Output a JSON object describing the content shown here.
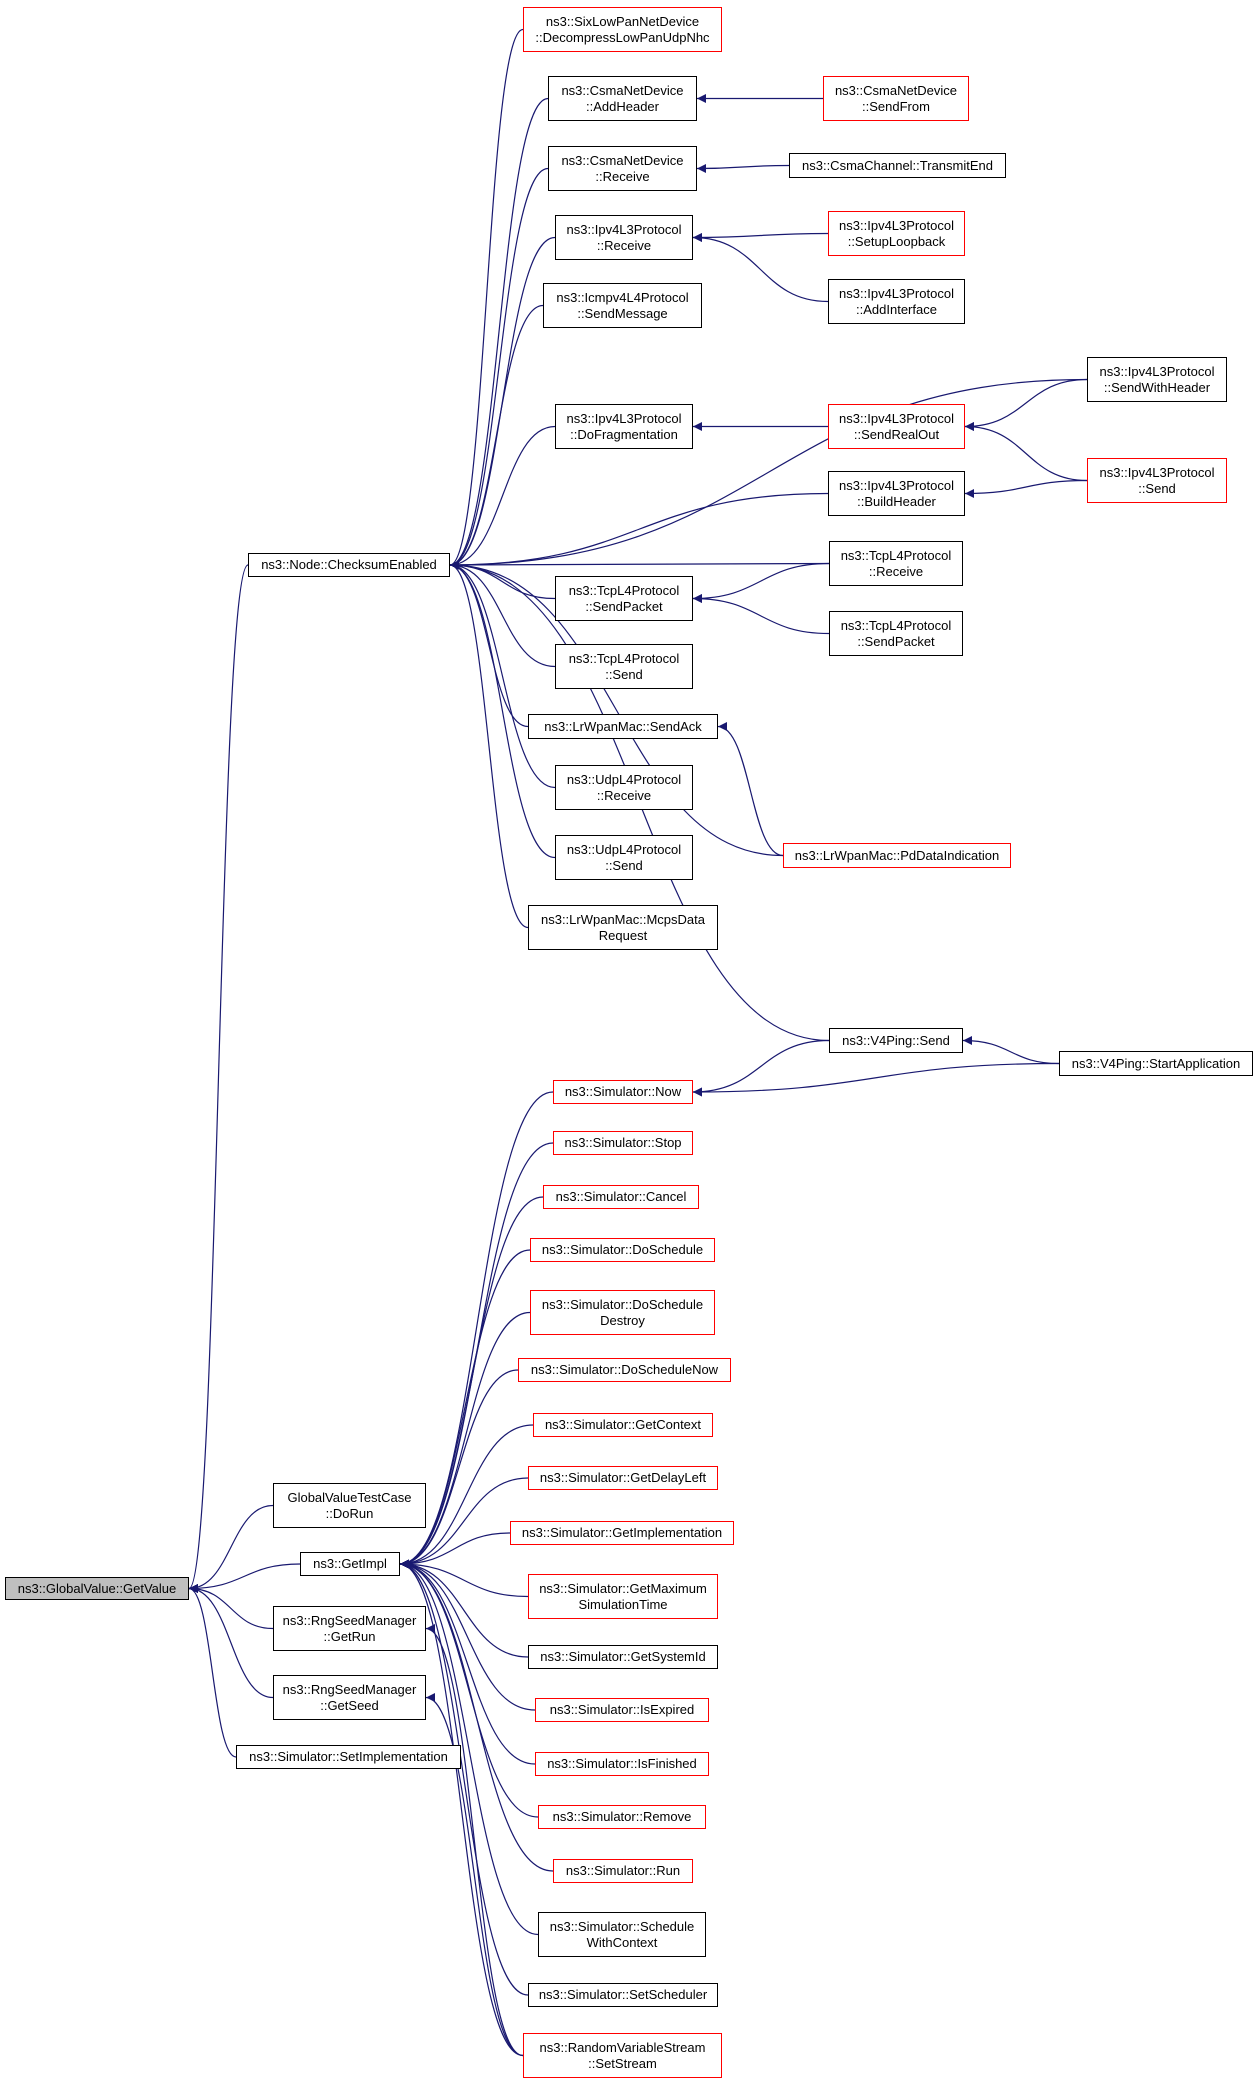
{
  "colors": {
    "edge": "#191970",
    "border": "#000000",
    "truncated_border": "#ff0000",
    "root_fill": "#bfbfbf"
  },
  "nodes": [
    {
      "id": "gv_getvalue",
      "lines": [
        "ns3::GlobalValue::GetValue"
      ],
      "red": false,
      "root": true
    },
    {
      "id": "checksum",
      "lines": [
        "ns3::Node::ChecksumEnabled"
      ],
      "red": false
    },
    {
      "id": "sixlowpan",
      "lines": [
        "ns3::SixLowPanNetDevice",
        "::DecompressLowPanUdpNhc"
      ],
      "red": true
    },
    {
      "id": "csma_addheader",
      "lines": [
        "ns3::CsmaNetDevice",
        "::AddHeader"
      ],
      "red": false
    },
    {
      "id": "csma_sendfrom",
      "lines": [
        "ns3::CsmaNetDevice",
        "::SendFrom"
      ],
      "red": true
    },
    {
      "id": "csma_receive",
      "lines": [
        "ns3::CsmaNetDevice",
        "::Receive"
      ],
      "red": false
    },
    {
      "id": "csmachannel_tx",
      "lines": [
        "ns3::CsmaChannel::TransmitEnd"
      ],
      "red": false
    },
    {
      "id": "ipv4_receive",
      "lines": [
        "ns3::Ipv4L3Protocol",
        "::Receive"
      ],
      "red": false
    },
    {
      "id": "ipv4_setuploop",
      "lines": [
        "ns3::Ipv4L3Protocol",
        "::SetupLoopback"
      ],
      "red": true
    },
    {
      "id": "ipv4_addif",
      "lines": [
        "ns3::Ipv4L3Protocol",
        "::AddInterface"
      ],
      "red": false
    },
    {
      "id": "icmp_sendmsg",
      "lines": [
        "ns3::Icmpv4L4Protocol",
        "::SendMessage"
      ],
      "red": false
    },
    {
      "id": "ipv4_sendwithheader",
      "lines": [
        "ns3::Ipv4L3Protocol",
        "::SendWithHeader"
      ],
      "red": false
    },
    {
      "id": "ipv4_dofrag",
      "lines": [
        "ns3::Ipv4L3Protocol",
        "::DoFragmentation"
      ],
      "red": false
    },
    {
      "id": "ipv4_sendrealout",
      "lines": [
        "ns3::Ipv4L3Protocol",
        "::SendRealOut"
      ],
      "red": true
    },
    {
      "id": "ipv4_send",
      "lines": [
        "ns3::Ipv4L3Protocol",
        "::Send"
      ],
      "red": true
    },
    {
      "id": "ipv4_buildheader",
      "lines": [
        "ns3::Ipv4L3Protocol",
        "::BuildHeader"
      ],
      "red": false
    },
    {
      "id": "tcp_receive",
      "lines": [
        "ns3::TcpL4Protocol",
        "::Receive"
      ],
      "red": false
    },
    {
      "id": "tcp_sendpacket1",
      "lines": [
        "ns3::TcpL4Protocol",
        "::SendPacket"
      ],
      "red": false
    },
    {
      "id": "tcp_sendpacket2",
      "lines": [
        "ns3::TcpL4Protocol",
        "::SendPacket"
      ],
      "red": false
    },
    {
      "id": "tcp_send",
      "lines": [
        "ns3::TcpL4Protocol",
        "::Send"
      ],
      "red": false
    },
    {
      "id": "lrwpan_sendack",
      "lines": [
        "ns3::LrWpanMac::SendAck"
      ],
      "red": false
    },
    {
      "id": "lrwpan_pddata",
      "lines": [
        "ns3::LrWpanMac::PdDataIndication"
      ],
      "red": true
    },
    {
      "id": "udp_receive",
      "lines": [
        "ns3::UdpL4Protocol",
        "::Receive"
      ],
      "red": false
    },
    {
      "id": "udp_send",
      "lines": [
        "ns3::UdpL4Protocol",
        "::Send"
      ],
      "red": false
    },
    {
      "id": "lrwpan_mcps",
      "lines": [
        "ns3::LrWpanMac::McpsData",
        "Request"
      ],
      "red": false
    },
    {
      "id": "v4ping_send",
      "lines": [
        "ns3::V4Ping::Send"
      ],
      "red": false
    },
    {
      "id": "v4ping_start",
      "lines": [
        "ns3::V4Ping::StartApplication"
      ],
      "red": false
    },
    {
      "id": "sim_now",
      "lines": [
        "ns3::Simulator::Now"
      ],
      "red": true
    },
    {
      "id": "sim_stop",
      "lines": [
        "ns3::Simulator::Stop"
      ],
      "red": true
    },
    {
      "id": "sim_cancel",
      "lines": [
        "ns3::Simulator::Cancel"
      ],
      "red": true
    },
    {
      "id": "sim_dosched",
      "lines": [
        "ns3::Simulator::DoSchedule"
      ],
      "red": true
    },
    {
      "id": "sim_doschedd",
      "lines": [
        "ns3::Simulator::DoSchedule",
        "Destroy"
      ],
      "red": true
    },
    {
      "id": "sim_doschednow",
      "lines": [
        "ns3::Simulator::DoScheduleNow"
      ],
      "red": true
    },
    {
      "id": "sim_getctx",
      "lines": [
        "ns3::Simulator::GetContext"
      ],
      "red": true
    },
    {
      "id": "sim_getdelay",
      "lines": [
        "ns3::Simulator::GetDelayLeft"
      ],
      "red": true
    },
    {
      "id": "sim_getimpl",
      "lines": [
        "ns3::Simulator::GetImplementation"
      ],
      "red": true
    },
    {
      "id": "sim_getmax",
      "lines": [
        "ns3::Simulator::GetMaximum",
        "SimulationTime"
      ],
      "red": true
    },
    {
      "id": "sim_getsysid",
      "lines": [
        "ns3::Simulator::GetSystemId"
      ],
      "red": false
    },
    {
      "id": "sim_isexpired",
      "lines": [
        "ns3::Simulator::IsExpired"
      ],
      "red": true
    },
    {
      "id": "sim_isfinished",
      "lines": [
        "ns3::Simulator::IsFinished"
      ],
      "red": true
    },
    {
      "id": "sim_remove",
      "lines": [
        "ns3::Simulator::Remove"
      ],
      "red": true
    },
    {
      "id": "sim_run",
      "lines": [
        "ns3::Simulator::Run"
      ],
      "red": true
    },
    {
      "id": "sim_schedctx",
      "lines": [
        "ns3::Simulator::Schedule",
        "WithContext"
      ],
      "red": false
    },
    {
      "id": "sim_setsched",
      "lines": [
        "ns3::Simulator::SetScheduler"
      ],
      "red": false
    },
    {
      "id": "rvs_setstream",
      "lines": [
        "ns3::RandomVariableStream",
        "::SetStream"
      ],
      "red": true
    },
    {
      "id": "gvtc_dorun",
      "lines": [
        "GlobalValueTestCase",
        "::DoRun"
      ],
      "red": false
    },
    {
      "id": "getimpl",
      "lines": [
        "ns3::GetImpl"
      ],
      "red": false
    },
    {
      "id": "rng_getrun",
      "lines": [
        "ns3::RngSeedManager",
        "::GetRun"
      ],
      "red": false
    },
    {
      "id": "rng_getseed",
      "lines": [
        "ns3::RngSeedManager",
        "::GetSeed"
      ],
      "red": false
    },
    {
      "id": "sim_setimpl",
      "lines": [
        "ns3::Simulator::SetImplementation"
      ],
      "red": false
    }
  ],
  "edges": [
    {
      "from": "checksum",
      "to": "gv_getvalue"
    },
    {
      "from": "gvtc_dorun",
      "to": "gv_getvalue"
    },
    {
      "from": "getimpl",
      "to": "gv_getvalue"
    },
    {
      "from": "rng_getrun",
      "to": "gv_getvalue"
    },
    {
      "from": "rng_getseed",
      "to": "gv_getvalue"
    },
    {
      "from": "sim_setimpl",
      "to": "gv_getvalue"
    },
    {
      "from": "sixlowpan",
      "to": "checksum"
    },
    {
      "from": "csma_addheader",
      "to": "checksum"
    },
    {
      "from": "csma_receive",
      "to": "checksum"
    },
    {
      "from": "ipv4_receive",
      "to": "checksum"
    },
    {
      "from": "icmp_sendmsg",
      "to": "checksum"
    },
    {
      "from": "ipv4_sendwithheader",
      "to": "checksum"
    },
    {
      "from": "ipv4_dofrag",
      "to": "checksum"
    },
    {
      "from": "ipv4_buildheader",
      "to": "checksum"
    },
    {
      "from": "tcp_receive",
      "to": "checksum"
    },
    {
      "from": "tcp_sendpacket1",
      "to": "checksum"
    },
    {
      "from": "tcp_send",
      "to": "checksum"
    },
    {
      "from": "lrwpan_sendack",
      "to": "checksum"
    },
    {
      "from": "udp_receive",
      "to": "checksum"
    },
    {
      "from": "udp_send",
      "to": "checksum"
    },
    {
      "from": "lrwpan_mcps",
      "to": "checksum"
    },
    {
      "from": "lrwpan_pddata",
      "to": "checksum"
    },
    {
      "from": "v4ping_send",
      "to": "checksum"
    },
    {
      "from": "csma_sendfrom",
      "to": "csma_addheader"
    },
    {
      "from": "csmachannel_tx",
      "to": "csma_receive"
    },
    {
      "from": "ipv4_setuploop",
      "to": "ipv4_receive"
    },
    {
      "from": "ipv4_addif",
      "to": "ipv4_receive"
    },
    {
      "from": "ipv4_sendrealout",
      "to": "ipv4_dofrag"
    },
    {
      "from": "ipv4_sendwithheader",
      "to": "ipv4_sendrealout"
    },
    {
      "from": "ipv4_send",
      "to": "ipv4_sendrealout"
    },
    {
      "from": "ipv4_send",
      "to": "ipv4_buildheader"
    },
    {
      "from": "tcp_receive",
      "to": "tcp_sendpacket1"
    },
    {
      "from": "tcp_sendpacket2",
      "to": "tcp_sendpacket1"
    },
    {
      "from": "lrwpan_pddata",
      "to": "lrwpan_sendack"
    },
    {
      "from": "v4ping_start",
      "to": "v4ping_send"
    },
    {
      "from": "v4ping_send",
      "to": "sim_now"
    },
    {
      "from": "v4ping_start",
      "to": "sim_now"
    },
    {
      "from": "sim_now",
      "to": "getimpl"
    },
    {
      "from": "sim_stop",
      "to": "getimpl"
    },
    {
      "from": "sim_cancel",
      "to": "getimpl"
    },
    {
      "from": "sim_dosched",
      "to": "getimpl"
    },
    {
      "from": "sim_doschedd",
      "to": "getimpl"
    },
    {
      "from": "sim_doschednow",
      "to": "getimpl"
    },
    {
      "from": "sim_getctx",
      "to": "getimpl"
    },
    {
      "from": "sim_getdelay",
      "to": "getimpl"
    },
    {
      "from": "sim_getimpl",
      "to": "getimpl"
    },
    {
      "from": "sim_getmax",
      "to": "getimpl"
    },
    {
      "from": "sim_getsysid",
      "to": "getimpl"
    },
    {
      "from": "sim_isexpired",
      "to": "getimpl"
    },
    {
      "from": "sim_isfinished",
      "to": "getimpl"
    },
    {
      "from": "sim_remove",
      "to": "getimpl"
    },
    {
      "from": "sim_run",
      "to": "getimpl"
    },
    {
      "from": "sim_schedctx",
      "to": "getimpl"
    },
    {
      "from": "sim_setsched",
      "to": "getimpl"
    },
    {
      "from": "rvs_setstream",
      "to": "getimpl"
    },
    {
      "from": "rvs_setstream",
      "to": "rng_getrun"
    },
    {
      "from": "rvs_setstream",
      "to": "rng_getseed"
    }
  ]
}
